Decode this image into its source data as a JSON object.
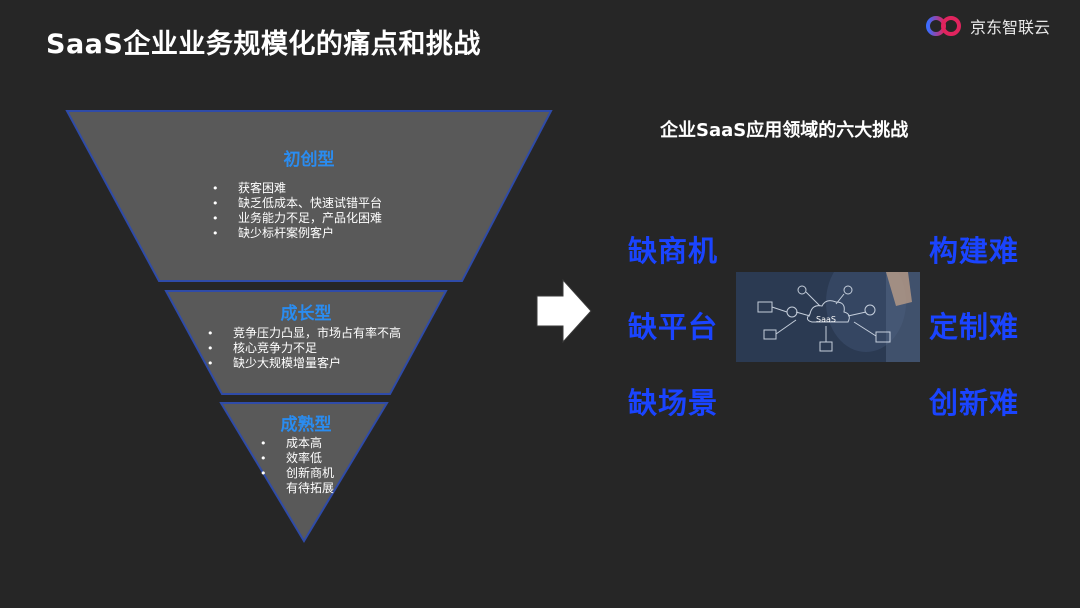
{
  "page": {
    "title": "SaaS企业业务规模化的痛点和挑战"
  },
  "logo": {
    "text": "京东智联云",
    "icon": "jd-cloud-logo-icon"
  },
  "funnel": {
    "stages": [
      {
        "title": "初创型",
        "bullets": [
          "获客困难",
          "缺乏低成本、快速试错平台",
          "业务能力不足，产品化困难",
          "缺少标杆案例客户"
        ]
      },
      {
        "title": "成长型",
        "bullets": [
          "竞争压力凸显，市场占有率不高",
          "核心竞争力不足",
          "缺少大规模增量客户"
        ]
      },
      {
        "title": "成熟型",
        "bullets": [
          "成本高",
          "效率低",
          "创新商机",
          "有待拓展"
        ]
      }
    ]
  },
  "arrow": {
    "icon": "right-arrow-icon"
  },
  "challenges": {
    "title": "企业SaaS应用领域的六大挑战",
    "left": [
      "缺商机",
      "缺平台",
      "缺场景"
    ],
    "right": [
      "构建难",
      "定制难",
      "创新难"
    ],
    "image": {
      "text": "SaaS"
    }
  },
  "colors": {
    "background": "#262626",
    "funnel_fill": "#595959",
    "funnel_stroke": "#2f4ba8",
    "stage_title": "#2a8cf0",
    "challenge_text": "#1a44ff"
  }
}
